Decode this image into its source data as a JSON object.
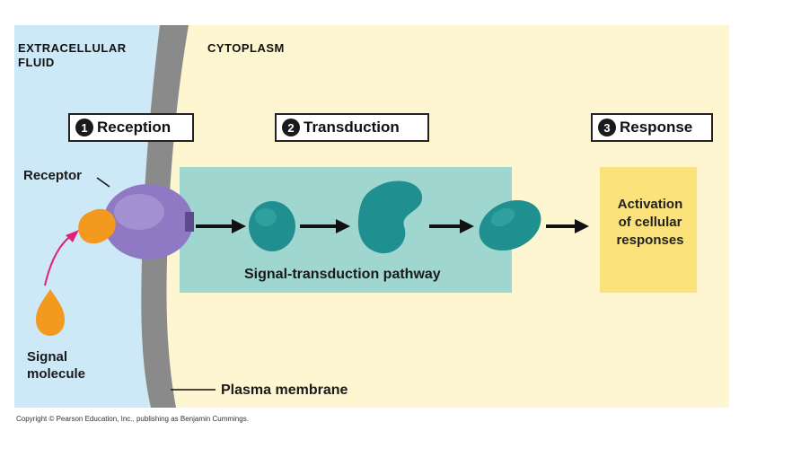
{
  "regions": {
    "extracellular": "EXTRACELLULAR\nFLUID",
    "cytoplasm": "CYTOPLASM"
  },
  "steps": [
    {
      "number": "1",
      "label": "Reception"
    },
    {
      "number": "2",
      "label": "Transduction"
    },
    {
      "number": "3",
      "label": "Response"
    }
  ],
  "labels": {
    "receptor": "Receptor",
    "signal_molecule": "Signal\nmolecule",
    "pathway": "Signal-transduction pathway",
    "response": "Activation\nof cellular\nresponses",
    "membrane": "Plasma membrane"
  },
  "credit": "Copyright © Pearson Education, Inc., publishing as Benjamin Cummings.",
  "colors": {
    "extracellular": "#cde9f7",
    "cytoplasm": "#fdf6d0",
    "membrane": "#8a8a8a",
    "pathway_box": "#9fd6cf",
    "relay_protein": "#1f8f8f",
    "receptor": "#8f78c4",
    "signal": "#f39a1e",
    "response_box": "#fbe27a",
    "arrow": "#111111",
    "signal_arrow": "#e0217d"
  }
}
